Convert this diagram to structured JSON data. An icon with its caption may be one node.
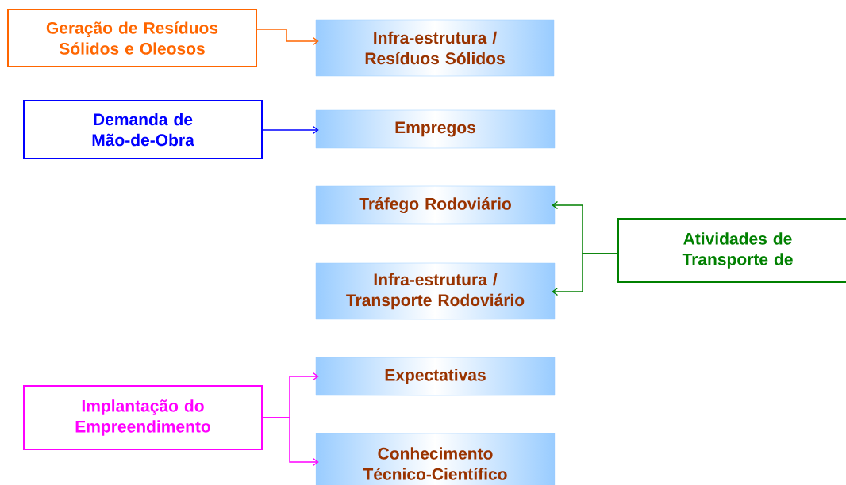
{
  "diagram": {
    "nodes": [
      {
        "text": [
          "Geração de Resíduos Sólidos e Oleosos"
        ]
      },
      {
        "text": [
          "Infra-estrutura / Resíduos Sólidos"
        ]
      },
      {
        "text": [
          "Demanda de Mão-de-Obra"
        ]
      },
      {
        "text": [
          "Empregos"
        ]
      },
      {
        "text": [
          "Tráfego Rodoviário"
        ]
      },
      {
        "text": [
          "Infra-estrutura / Transporte Rodoviário"
        ]
      },
      {
        "text": [
          "Atividades de Transporte de"
        ]
      },
      {
        "text": [
          "Expectativas"
        ]
      },
      {
        "text": [
          "Implantação do Empreendimento"
        ]
      },
      {
        "text": [
          "Conhecimento Técnico-Científico"
        ]
      }
    ],
    "edges": [
      {
        "from": 0,
        "to": 1,
        "arrow": "to",
        "color": "#ff6600"
      },
      {
        "from": 2,
        "to": 3,
        "arrow": "to",
        "color": "#0000ff"
      },
      {
        "from": 6,
        "to": 4,
        "arrow": "to",
        "color": "#008000"
      },
      {
        "from": 6,
        "to": 5,
        "arrow": "to",
        "color": "#008000"
      },
      {
        "from": 8,
        "to": 7,
        "arrow": "to",
        "color": "#ff00ff"
      },
      {
        "from": 8,
        "to": 9,
        "arrow": "to",
        "color": "#ff00ff"
      }
    ]
  }
}
